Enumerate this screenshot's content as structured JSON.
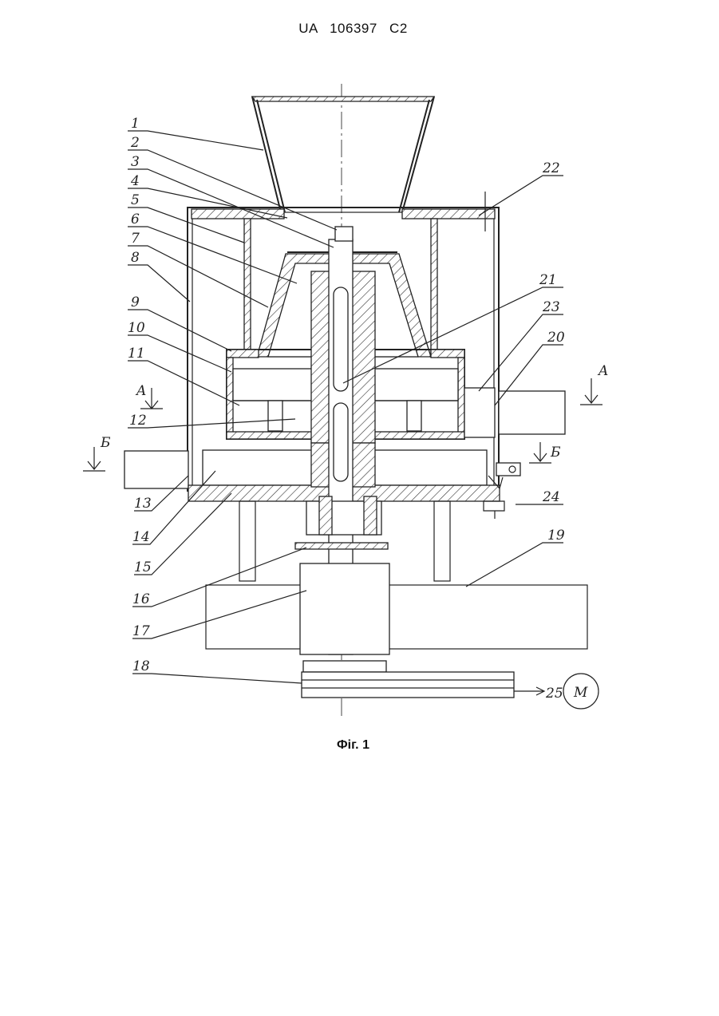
{
  "document": {
    "patent_number": "UA   106397   C2",
    "figure_caption": "Фiг. 1"
  },
  "labels": {
    "l1": "1",
    "l2": "2",
    "l3": "3",
    "l4": "4",
    "l5": "5",
    "l6": "6",
    "l7": "7",
    "l8": "8",
    "l9": "9",
    "l10": "10",
    "l11": "11",
    "l12": "12",
    "l13": "13",
    "l14": "14",
    "l15": "15",
    "l16": "16",
    "l17": "17",
    "l18": "18",
    "l19": "19",
    "l20": "20",
    "l21": "21",
    "l22": "22",
    "l23": "23",
    "l24": "24",
    "l25": "25"
  },
  "section_marks": {
    "a_left": "A",
    "a_right": "A",
    "b_left": "Б",
    "b_right": "Б"
  },
  "motor_symbol": "M"
}
